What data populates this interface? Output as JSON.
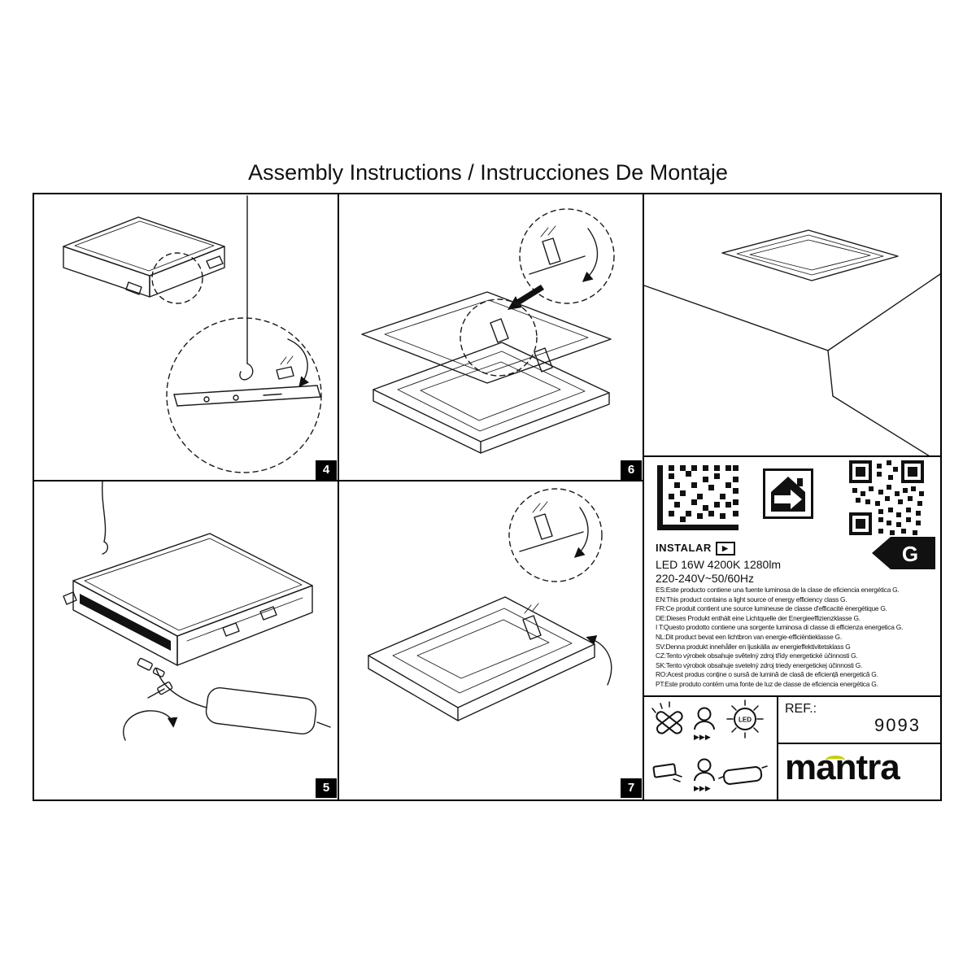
{
  "page": {
    "title": "Assembly Instructions / Instrucciones De Montaje"
  },
  "steps": {
    "step4": "4",
    "step5": "5",
    "step6": "6",
    "step7": "7"
  },
  "info": {
    "instalar_label": "INSTALAR",
    "spec_power": "LED 16W 4200K 1280lm",
    "spec_voltage": "220-240V~50/60Hz",
    "energy_class": "G",
    "languages": [
      "ES:Este producto contiene una fuente luminosa de la clase de eficiencia energética G.",
      "EN:This product contains a light source of energy efficiency class G.",
      "FR:Ce produit contient une source lumineuse de classe d'efficacité énergétique G.",
      "DE:Dieses Produkt enthält eine Lichtquelle der Energieeffizienzklasse G.",
      "I T:Questo prodotto contiene una sorgente luminosa di classe di efficienza energetica G.",
      "NL:Dit product bevat een lichtbron van energie-efficiëntieklasse G.",
      "SV:Denna produkt innehåller en ljuskälla av energieffektivitetsklass G",
      "CZ:Tento výrobek obsahuje světelný zdroj třídy energetické účinnosti G.",
      "SK:Tento výrobok obsahuje svetelný zdroj triedy energetickej účinnosti G.",
      "RO:Acest produs conține o sursă de lumină de clasă de eficiență energetică G.",
      "PT:Este produto contém uma fonte de luz de classe de eficiencia energética G."
    ]
  },
  "pictograms": {
    "led_label": "LED",
    "arrows": "▶▶▶",
    "play_icon": "▶"
  },
  "ref": {
    "label": "REF.:",
    "number": "9093",
    "brand": "mantra"
  }
}
